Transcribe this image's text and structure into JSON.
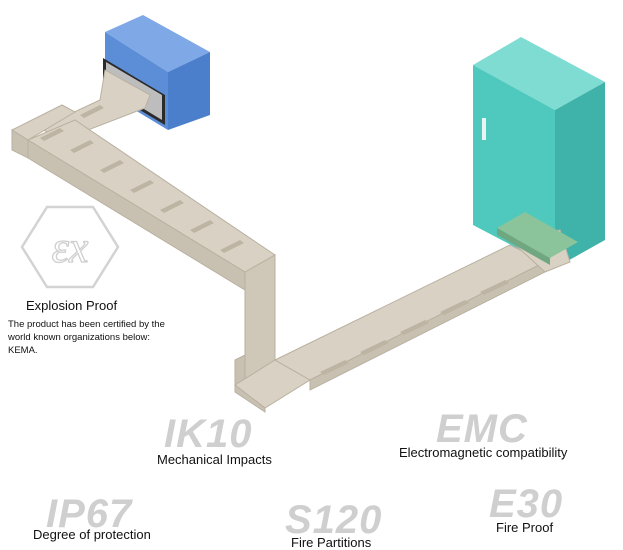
{
  "badge": {
    "text": "εx"
  },
  "explosion": {
    "title": "Explosion Proof",
    "line1": "The product has been certified by the",
    "line2": "world known organizations  below:",
    "line3": "KEMA."
  },
  "features": {
    "ik10": {
      "code": "IK10",
      "caption": "Mechanical Impacts"
    },
    "emc": {
      "code": "EMC",
      "caption": "Electromagnetic compatibility"
    },
    "ip67": {
      "code": "IP67",
      "caption": "Degree of protection"
    },
    "s120": {
      "code": "S120",
      "caption": "Fire Partitions"
    },
    "e30": {
      "code": "E30",
      "caption": "Fire Proof"
    }
  },
  "colors": {
    "blue_box": "#5b8ed6",
    "teal_cabinet": "#4fc8bd",
    "duct": "#d9d2c4",
    "watermark": "#cfcfcf"
  }
}
